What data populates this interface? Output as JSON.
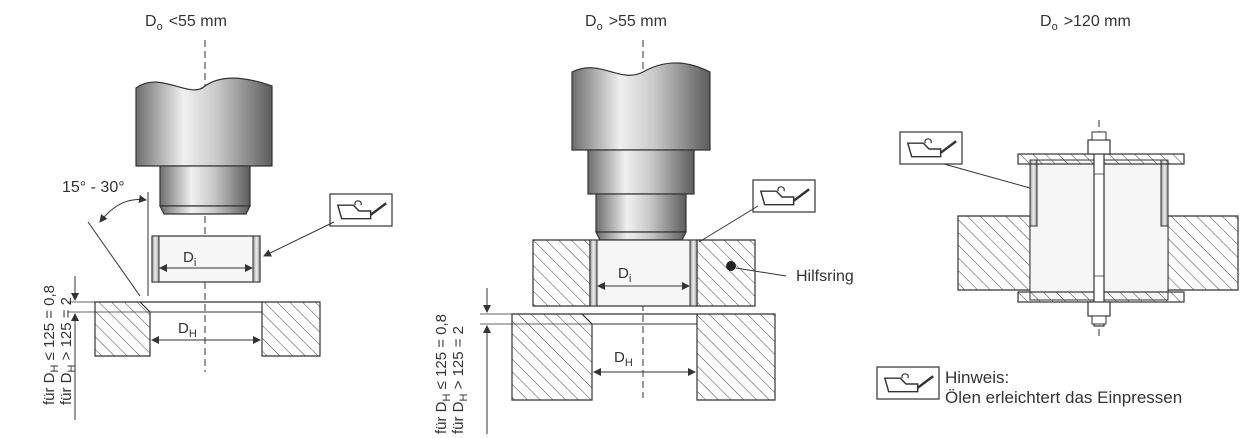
{
  "panels": [
    {
      "title_main": "D",
      "title_sub": "o",
      "title_rest": "<55 mm",
      "angle_label": "15° - 30°",
      "inner_dim_main": "D",
      "inner_dim_sub": "i",
      "housing_dim_main": "D",
      "housing_dim_sub": "H"
    },
    {
      "title_main": "D",
      "title_sub": "o",
      "title_rest": ">55 mm",
      "inner_dim_main": "D",
      "inner_dim_sub": "i",
      "housing_dim_main": "D",
      "housing_dim_sub": "H",
      "aux_ring_label": "Hilfsring"
    },
    {
      "title_main": "D",
      "title_sub": "o",
      "title_rest": ">120 mm"
    }
  ],
  "chamfer_note": {
    "line1_pre": "für D",
    "line1_sub": "H",
    "line1_post": " ≤ 125 = 0,8",
    "line2_pre": "für D",
    "line2_sub": "H",
    "line2_post": " > 125 = 2"
  },
  "hint": {
    "title": "Hinweis:",
    "text": "Ölen erleichtert das Einpressen"
  },
  "icons": [
    "oil-can-icon"
  ],
  "colors": {
    "line": "#333333",
    "hatch": "#444444",
    "steel_light": "#e6e6e6",
    "steel_dark": "#7a7a7a",
    "bearing": "#f2f2f2"
  }
}
